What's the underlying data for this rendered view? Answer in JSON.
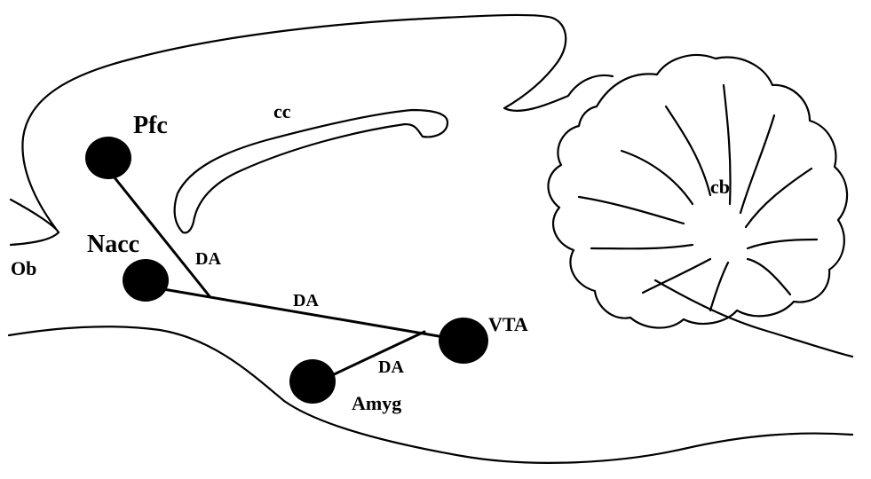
{
  "diagram": {
    "regions": {
      "prefrontal_cortex": "Pfc",
      "nucleus_accumbens": "Nacc",
      "olfactory_bulb": "Ob",
      "corpus_callosum": "cc",
      "cerebellum": "cb",
      "ventral_tegmental_area": "VTA",
      "amygdala": "Amyg"
    },
    "pathways": {
      "vta_to_pfc": "DA",
      "vta_to_nacc": "DA",
      "vta_to_amyg": "DA"
    }
  }
}
